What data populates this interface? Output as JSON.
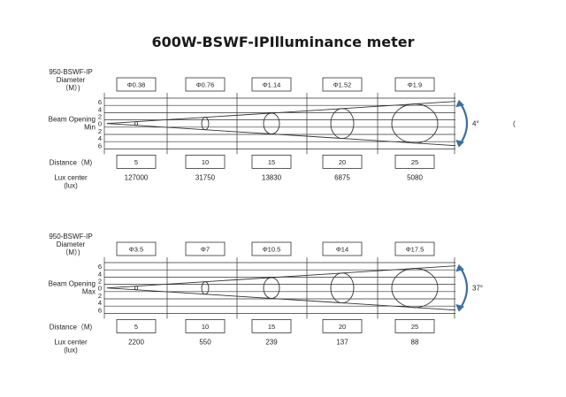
{
  "title": "600W-BSWF-IPIlluminance meter",
  "panels": [
    {
      "model": "950-BSWF-IP",
      "diameter_label": [
        "Diameter",
        "（M）)"
      ],
      "diameters": [
        "Φ0.38",
        "Φ0.76",
        "Φ1.14",
        "Φ1.52",
        "Φ1.9"
      ],
      "beam_label": [
        "Beam Opening",
        "Min"
      ],
      "axis_ticks": [
        "6",
        "4",
        "2",
        "0",
        "2",
        "4",
        "6"
      ],
      "angle": "4°",
      "angle_extra": "(",
      "distance_label": "Distance（M)",
      "distances": [
        "5",
        "10",
        "15",
        "20",
        "25"
      ],
      "lux_label": [
        "Lux center",
        "(lux)"
      ],
      "lux_values": [
        "127000",
        "31750",
        "13830",
        "6875",
        "5080"
      ]
    },
    {
      "model": "950-BSWF-IP",
      "diameter_label": [
        "Diameter",
        "（M）)"
      ],
      "diameters": [
        "Φ3.5",
        "Φ7",
        "Φ10.5",
        "Φ14",
        "Φ17.5"
      ],
      "beam_label": [
        "Beam Opening",
        "Max"
      ],
      "axis_ticks": [
        "6",
        "4",
        "2",
        "0",
        "2",
        "4",
        "6"
      ],
      "angle": "37°",
      "angle_extra": "",
      "distance_label": "Distance（M)",
      "distances": [
        "5",
        "10",
        "15",
        "20",
        "25"
      ],
      "lux_label": [
        "Lux center",
        "(lux)"
      ],
      "lux_values": [
        "2200",
        "550",
        "239",
        "137",
        "88"
      ]
    }
  ],
  "colors": {
    "line": "#333333",
    "arrow": "#3b6fa3"
  }
}
